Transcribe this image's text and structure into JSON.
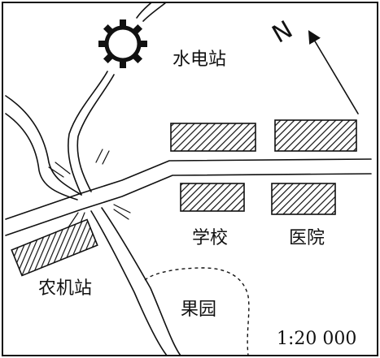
{
  "map": {
    "north_label": "N",
    "scale": "1:20 000",
    "labels": {
      "hydropower_station": "水电站",
      "school": "学校",
      "hospital": "医院",
      "farm_machinery_station": "农机站",
      "orchard": "果园"
    },
    "icons": {
      "power_station_symbol": "gear-icon",
      "north_arrow": "north-arrow-icon"
    }
  }
}
